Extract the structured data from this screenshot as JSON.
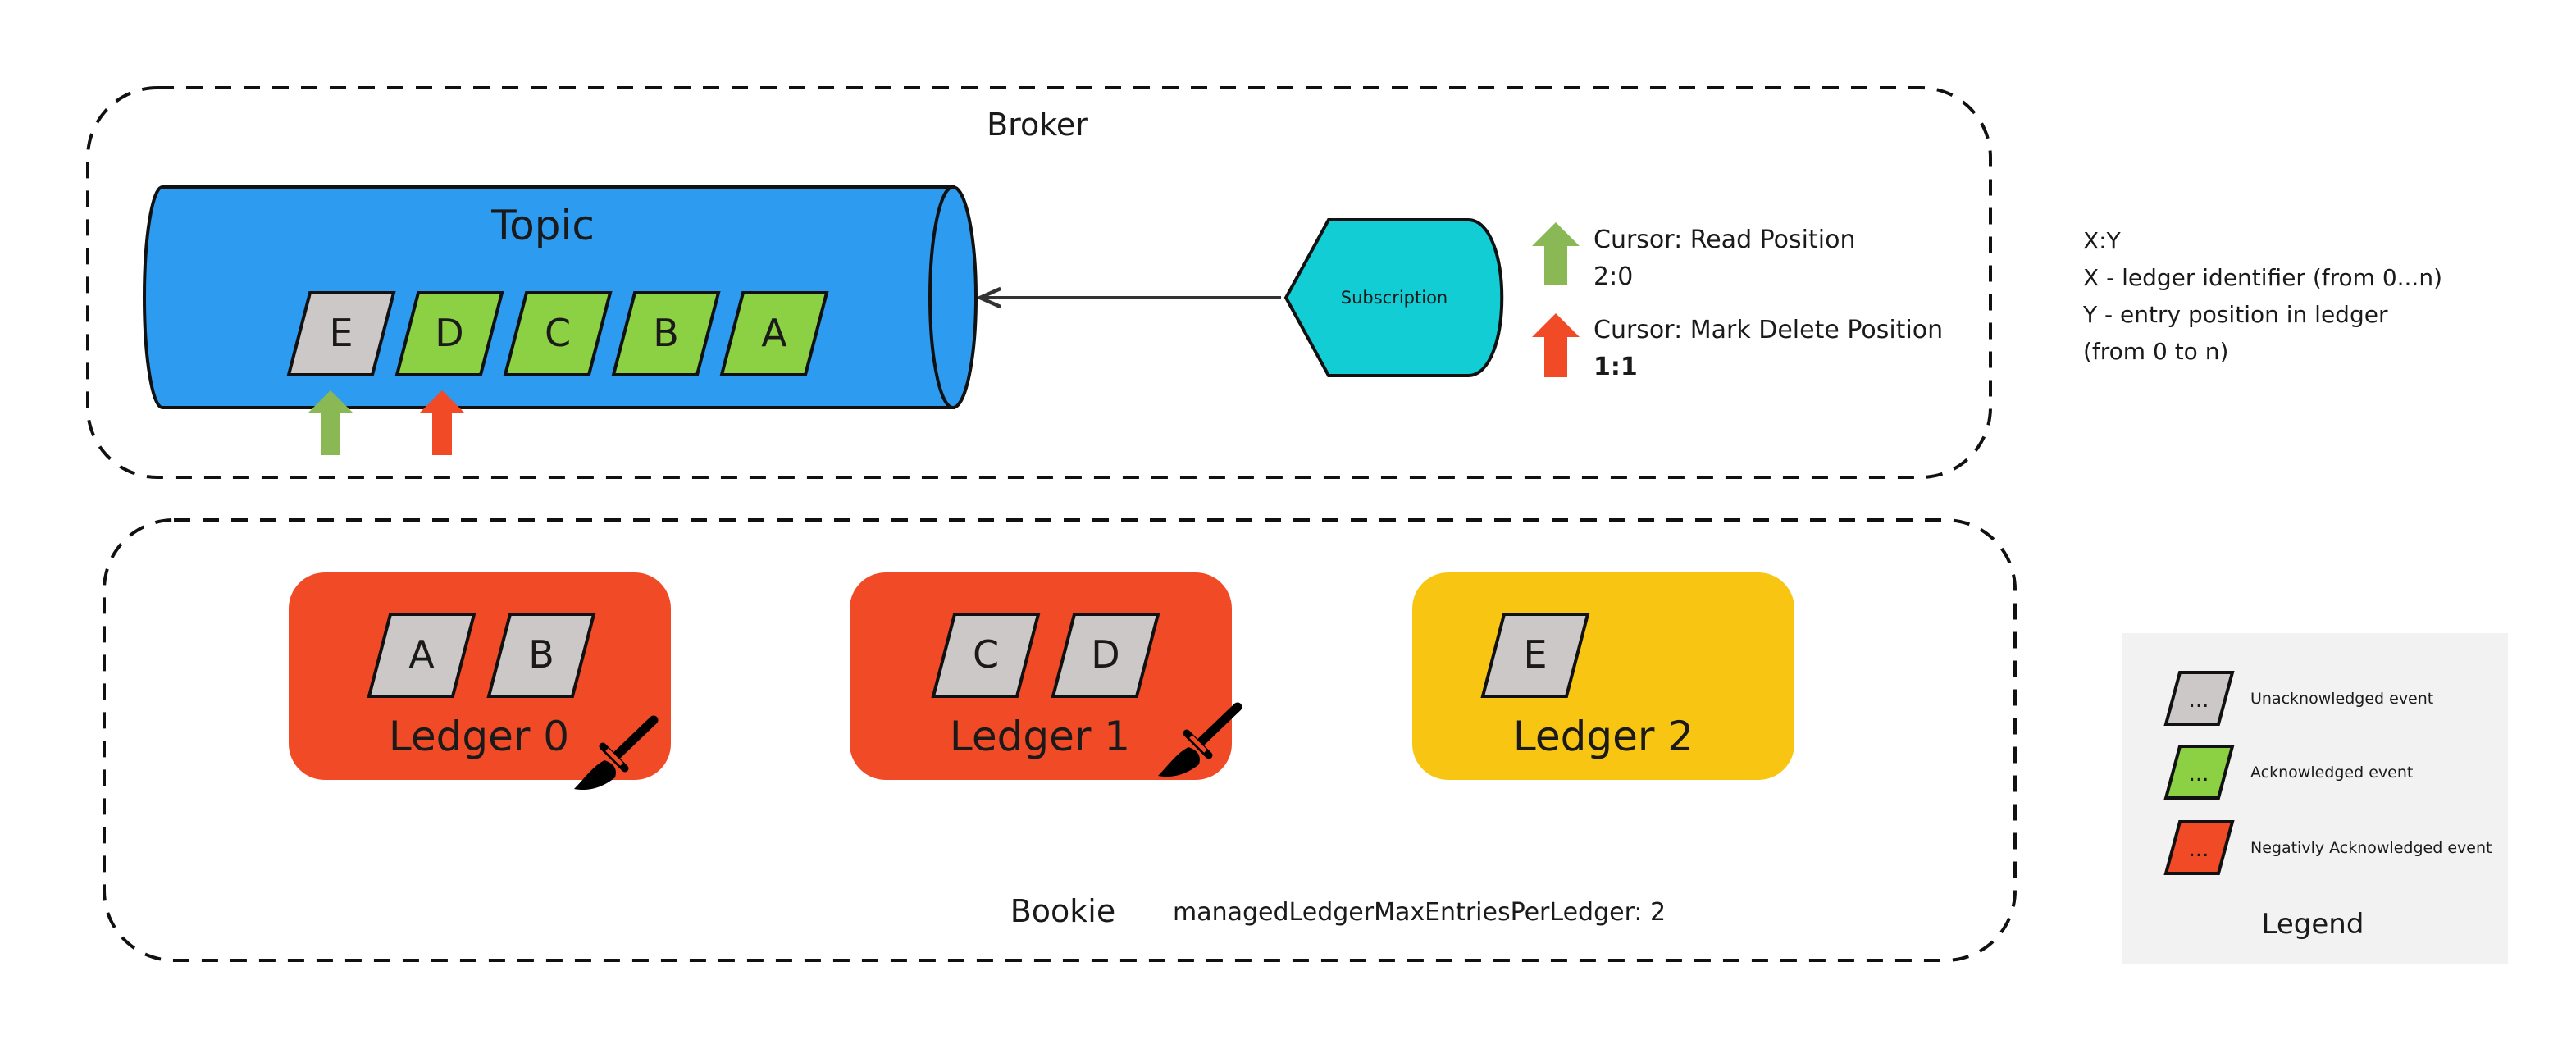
{
  "broker": {
    "label": "Broker"
  },
  "topic": {
    "label": "Topic",
    "events": [
      {
        "letter": "E",
        "state": "unacknowledged"
      },
      {
        "letter": "D",
        "state": "acknowledged"
      },
      {
        "letter": "C",
        "state": "acknowledged"
      },
      {
        "letter": "B",
        "state": "acknowledged"
      },
      {
        "letter": "A",
        "state": "acknowledged"
      }
    ]
  },
  "subscription": {
    "label": "Subscription"
  },
  "cursors": {
    "read": {
      "label": "Cursor: Read Position",
      "value": "2:0"
    },
    "mark_delete": {
      "label": "Cursor: Mark Delete Position",
      "value": "1:1"
    }
  },
  "notation": {
    "lines": [
      "X:Y",
      "X - ledger identifier (from 0...n)",
      "Y - entry position in ledger",
      "(from 0 to n)"
    ]
  },
  "bookie": {
    "label": "Bookie",
    "config": "managedLedgerMaxEntriesPerLedger: 2",
    "ledgers": [
      {
        "label": "Ledger 0",
        "events": [
          "A",
          "B"
        ],
        "color": "#f04a26",
        "deleted": true
      },
      {
        "label": "Ledger 1",
        "events": [
          "C",
          "D"
        ],
        "color": "#f04a26",
        "deleted": true
      },
      {
        "label": "Ledger 2",
        "events": [
          "E"
        ],
        "color": "#f8c612",
        "deleted": false
      }
    ]
  },
  "legend": {
    "title": "Legend",
    "items": [
      {
        "symbol": "...",
        "label": "Unacknowledged event",
        "color": "#ccc8c8"
      },
      {
        "symbol": "...",
        "label": "Acknowledged event",
        "color": "#8cd144"
      },
      {
        "symbol": "...",
        "label": "Negativly Acknowledged event",
        "color": "#f04a26"
      }
    ]
  },
  "colors": {
    "unacknowledged": "#ccc8c8",
    "acknowledged": "#8cd144",
    "negative": "#f04a26",
    "topic": "#2d9bf0",
    "subscription": "#12cdd4",
    "read_cursor_arrow": "#8ab855",
    "mark_delete_arrow": "#f04a26",
    "legend_bg": "#f2f2f2"
  },
  "icons": {
    "cleanup": "broom-icon",
    "read_cursor": "arrow-up-icon",
    "mark_delete_cursor": "arrow-up-icon"
  }
}
